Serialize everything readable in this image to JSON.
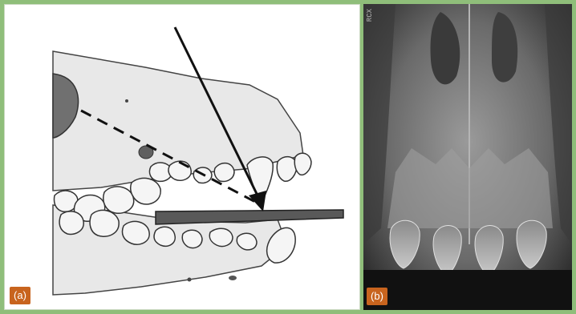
{
  "panel_a": {
    "label": "(a)"
  },
  "panel_b": {
    "label": "(b)",
    "watermark": "RCX"
  },
  "colors": {
    "border": "#8fbe7a",
    "label_bg": "#c8641e",
    "skull_fill": "#e6e6e6",
    "bone_dark": "#6e6e6e",
    "film": "#595959"
  }
}
